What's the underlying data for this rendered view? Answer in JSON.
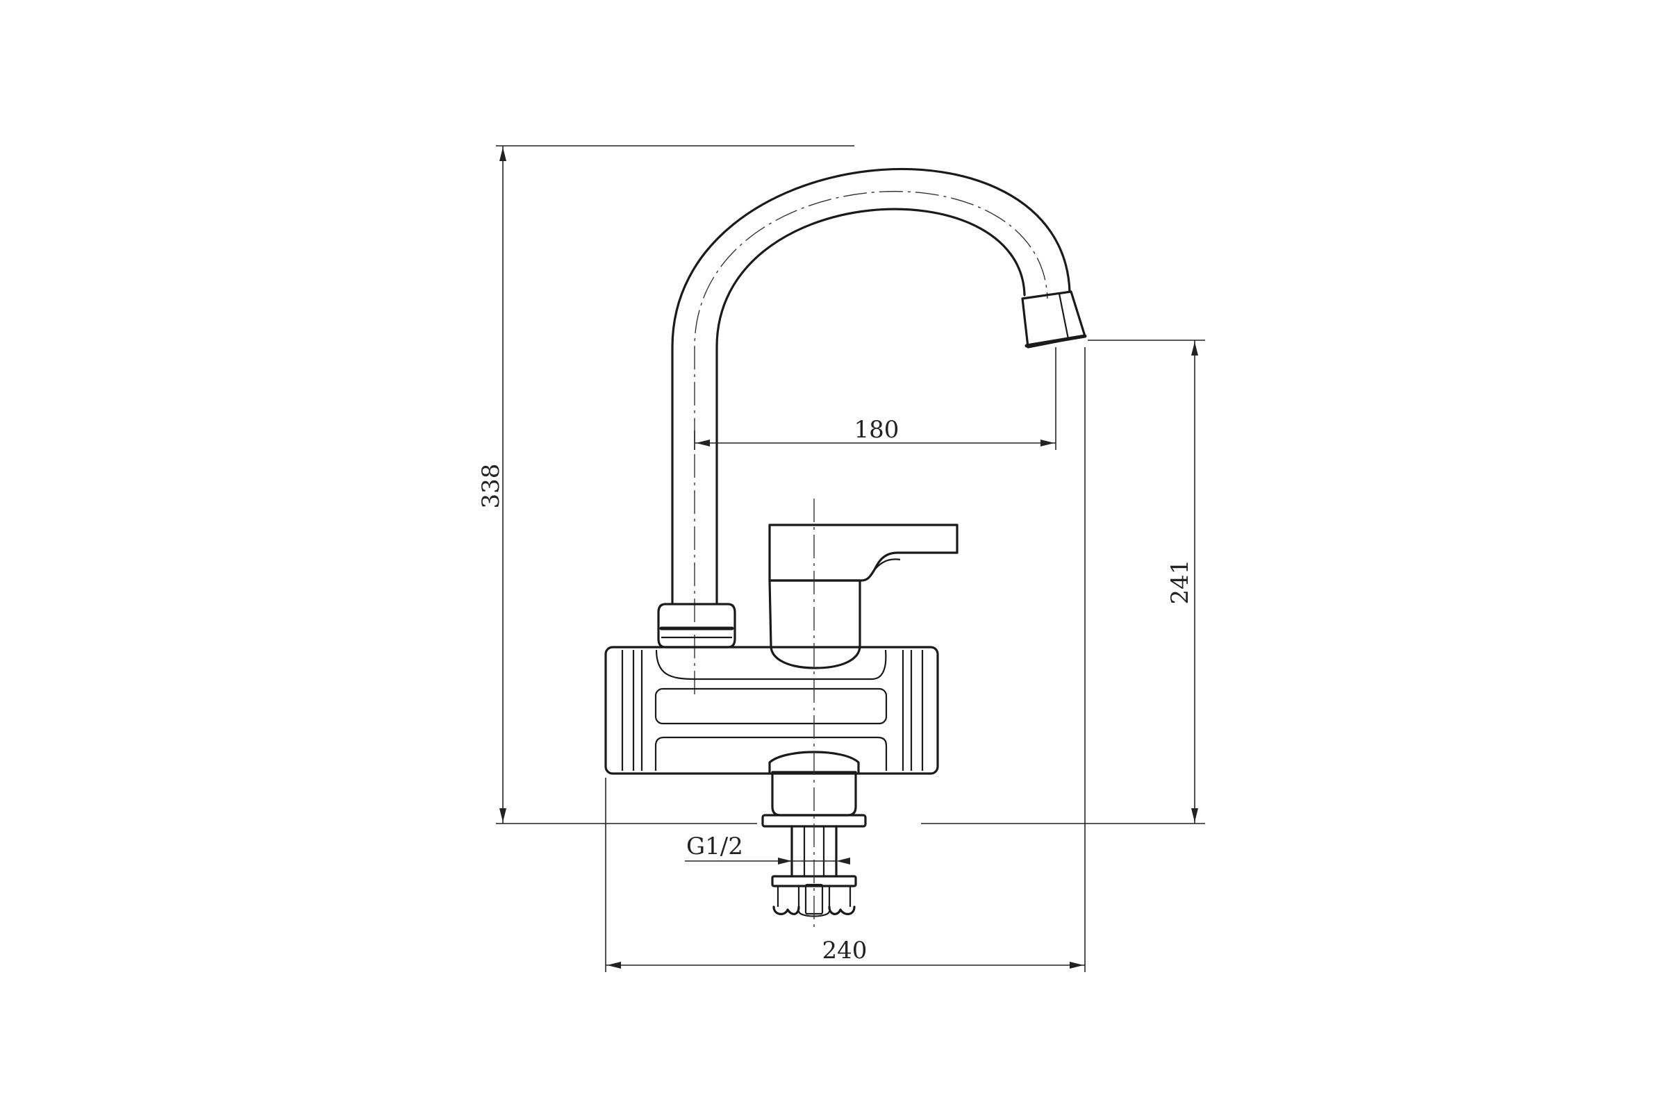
{
  "dimensions": {
    "overall_height": "338",
    "spout_reach": "180",
    "spout_outlet_height": "241",
    "overall_width": "240",
    "thread_size": "G1/2"
  },
  "colors": {
    "line": "#1a1a1a",
    "background": "#ffffff"
  }
}
